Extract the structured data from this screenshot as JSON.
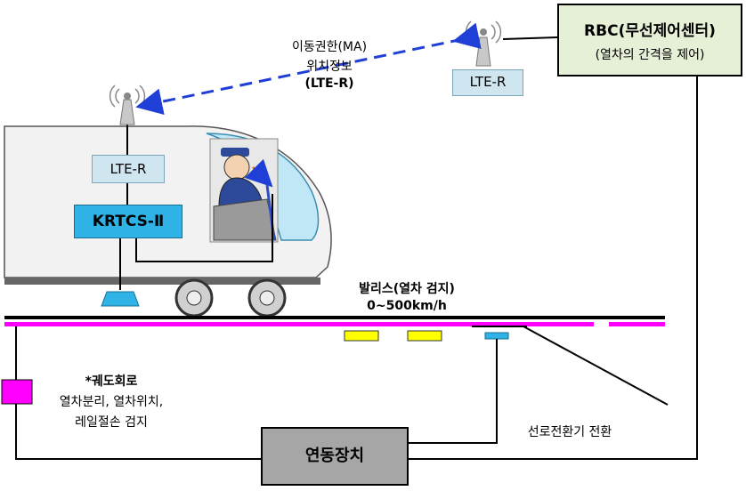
{
  "wireless": {
    "line1": "이동권한(MA)",
    "line2": "위치정보",
    "line3": "(LTE-R)"
  },
  "ground_lte": {
    "label": "LTE-R"
  },
  "train_lte": {
    "label": "LTE-R"
  },
  "rbc": {
    "title": "RBC(무선제어센터)",
    "subtitle": "(열차의 간격을 제어)"
  },
  "krtcs": {
    "label": "KRTCS-Ⅱ"
  },
  "balise": {
    "line1": "발리스(열차 검지)",
    "line2": "0~500km/h"
  },
  "track_circuit": {
    "line1": "*궤도회로",
    "line2": "열차분리, 열차위치,",
    "line3": "레일절손 검지"
  },
  "switch": {
    "label": "선로전환기 전환"
  },
  "interlocking": {
    "label": "연동장치"
  },
  "colors": {
    "rail_black": "#000000",
    "rail_magenta": "#ff00ff",
    "lte_box": "#cfe6f0",
    "krtcs_box": "#2fb3e6",
    "rbc_box": "#e6f0d6",
    "interlocking_box": "#a6a6a6",
    "balise_yellow": "#ffff00",
    "arrow_blue": "#1f3fd6"
  }
}
